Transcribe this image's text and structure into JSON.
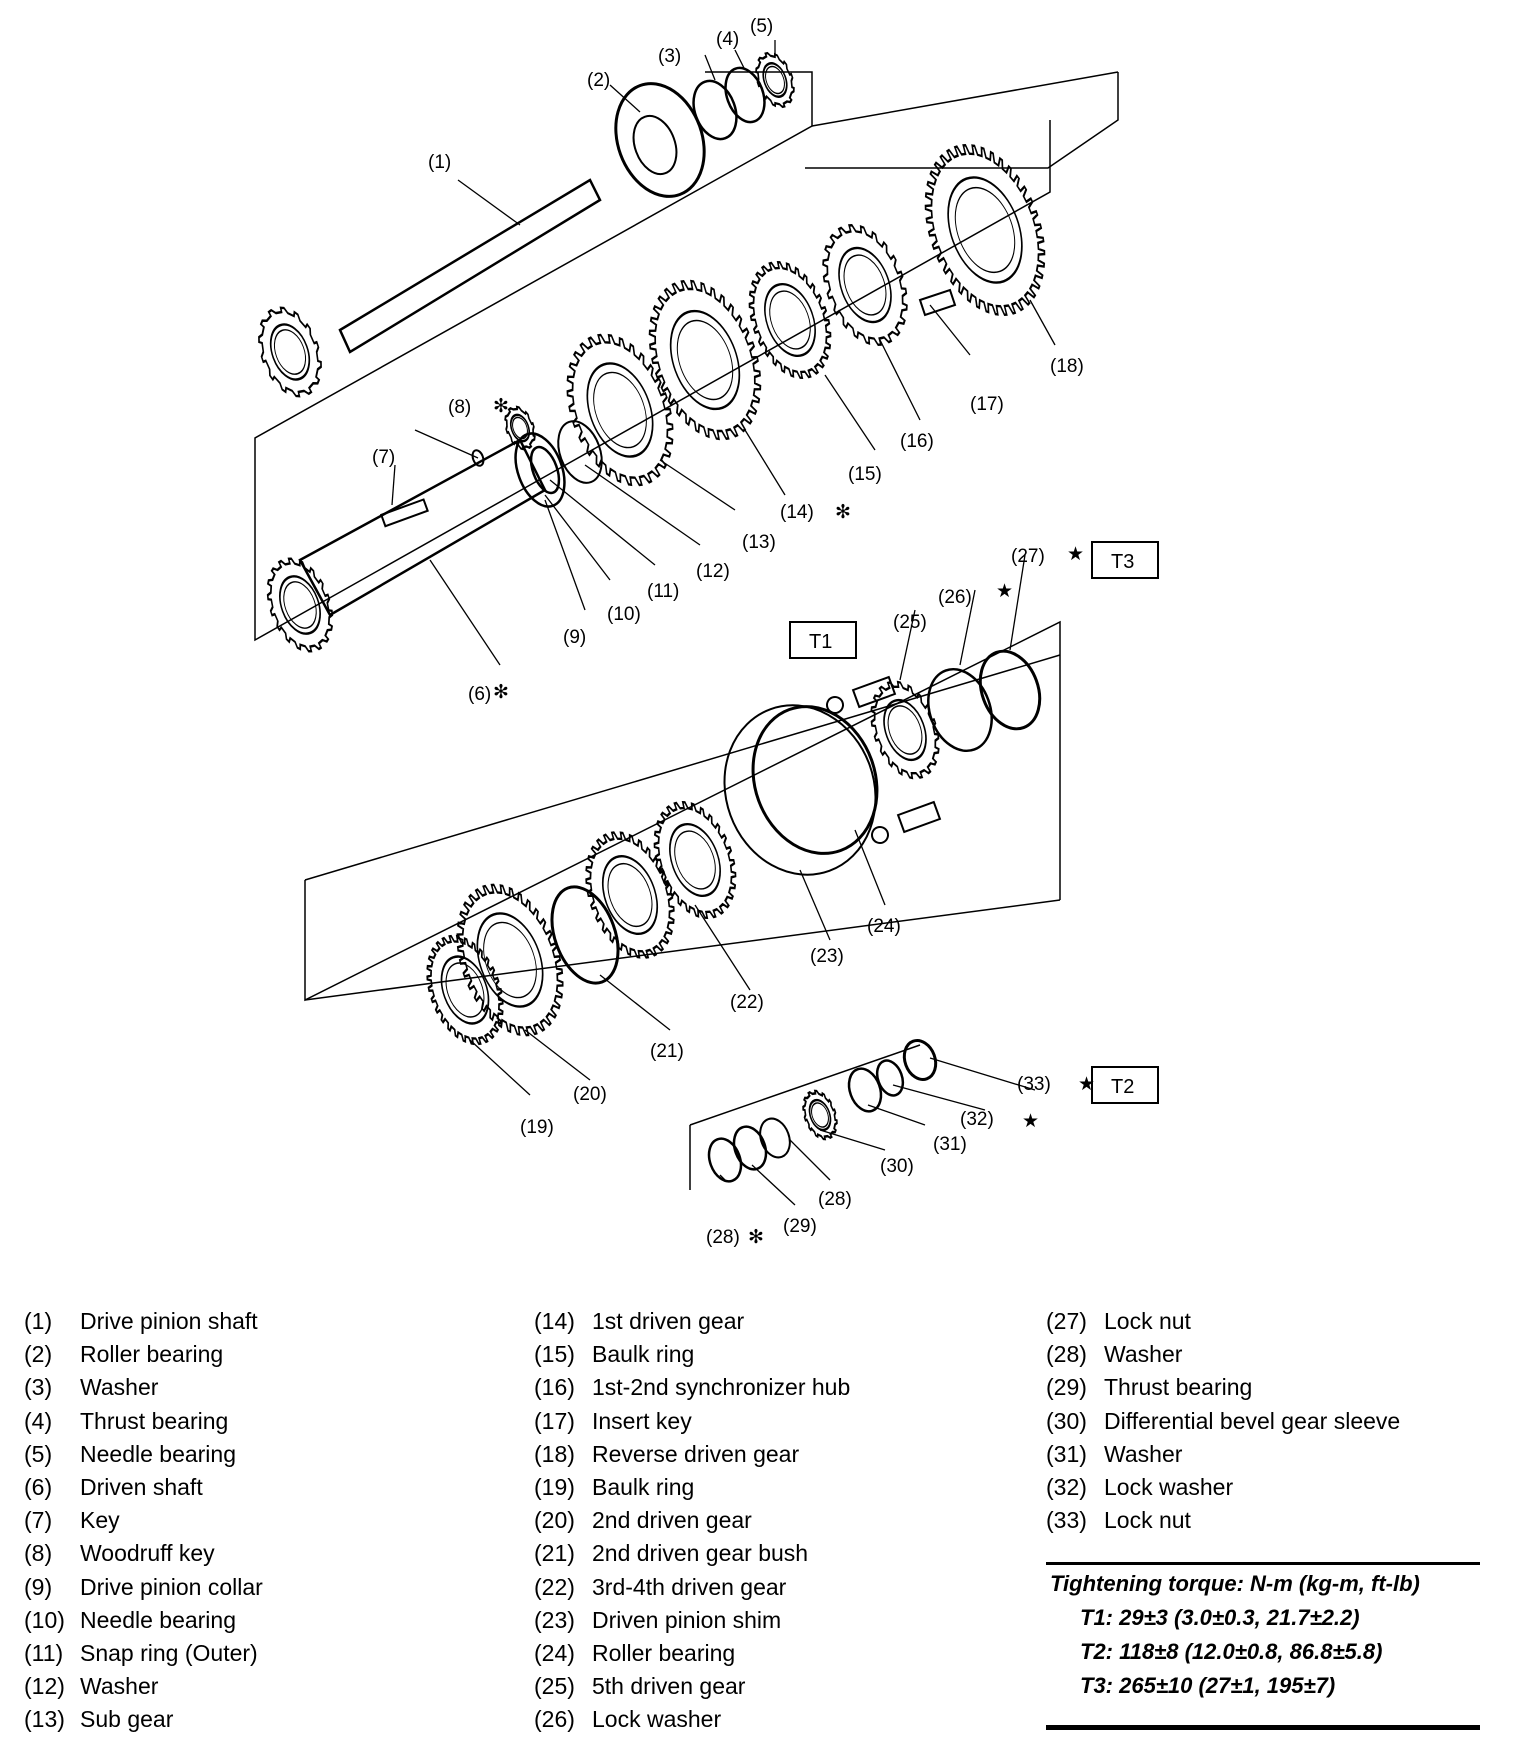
{
  "callouts": [
    "(1)",
    "(2)",
    "(3)",
    "(4)",
    "(5)",
    "(6)",
    "(7)",
    "(8)",
    "(9)",
    "(10)",
    "(11)",
    "(12)",
    "(13)",
    "(14)",
    "(15)",
    "(16)",
    "(17)",
    "(18)",
    "(19)",
    "(20)",
    "(21)",
    "(22)",
    "(23)",
    "(24)",
    "(25)",
    "(26)",
    "(27)",
    "(28)",
    "(28)",
    "(29)",
    "(30)",
    "(31)",
    "(32)",
    "(33)"
  ],
  "symbols": {
    "star": "★",
    "asterisk": "✻"
  },
  "torque_boxes": [
    "T1",
    "T2",
    "T3"
  ],
  "legend_columns": [
    [
      {
        "num": "(1)",
        "label": "Drive pinion shaft"
      },
      {
        "num": "(2)",
        "label": "Roller bearing"
      },
      {
        "num": "(3)",
        "label": "Washer"
      },
      {
        "num": "(4)",
        "label": "Thrust bearing"
      },
      {
        "num": "(5)",
        "label": "Needle bearing"
      },
      {
        "num": "(6)",
        "label": "Driven shaft"
      },
      {
        "num": "(7)",
        "label": "Key"
      },
      {
        "num": "(8)",
        "label": "Woodruff key"
      },
      {
        "num": "(9)",
        "label": "Drive pinion collar"
      },
      {
        "num": "(10)",
        "label": "Needle bearing"
      },
      {
        "num": "(11)",
        "label": "Snap ring (Outer)"
      },
      {
        "num": "(12)",
        "label": "Washer"
      },
      {
        "num": "(13)",
        "label": "Sub gear"
      }
    ],
    [
      {
        "num": "(14)",
        "label": "1st driven gear"
      },
      {
        "num": "(15)",
        "label": "Baulk ring"
      },
      {
        "num": "(16)",
        "label": "1st-2nd synchronizer hub"
      },
      {
        "num": "(17)",
        "label": "Insert key"
      },
      {
        "num": "(18)",
        "label": "Reverse driven gear"
      },
      {
        "num": "(19)",
        "label": "Baulk ring"
      },
      {
        "num": "(20)",
        "label": "2nd driven gear"
      },
      {
        "num": "(21)",
        "label": "2nd driven gear bush"
      },
      {
        "num": "(22)",
        "label": "3rd-4th driven gear"
      },
      {
        "num": "(23)",
        "label": "Driven pinion shim"
      },
      {
        "num": "(24)",
        "label": "Roller bearing"
      },
      {
        "num": "(25)",
        "label": "5th driven gear"
      },
      {
        "num": "(26)",
        "label": "Lock washer"
      }
    ],
    [
      {
        "num": "(27)",
        "label": "Lock nut"
      },
      {
        "num": "(28)",
        "label": "Washer"
      },
      {
        "num": "(29)",
        "label": "Thrust bearing"
      },
      {
        "num": "(30)",
        "label": "Differential bevel gear sleeve"
      },
      {
        "num": "(31)",
        "label": "Washer"
      },
      {
        "num": "(32)",
        "label": "Lock washer"
      },
      {
        "num": "(33)",
        "label": "Lock nut"
      }
    ]
  ],
  "torque": {
    "heading": "Tightening torque: N-m (kg-m, ft-lb)",
    "values": [
      "T1: 29±3 (3.0±0.3, 21.7±2.2)",
      "T2: 118±8 (12.0±0.8, 86.8±5.8)",
      "T3: 265±10 (27±1, 195±7)"
    ]
  }
}
